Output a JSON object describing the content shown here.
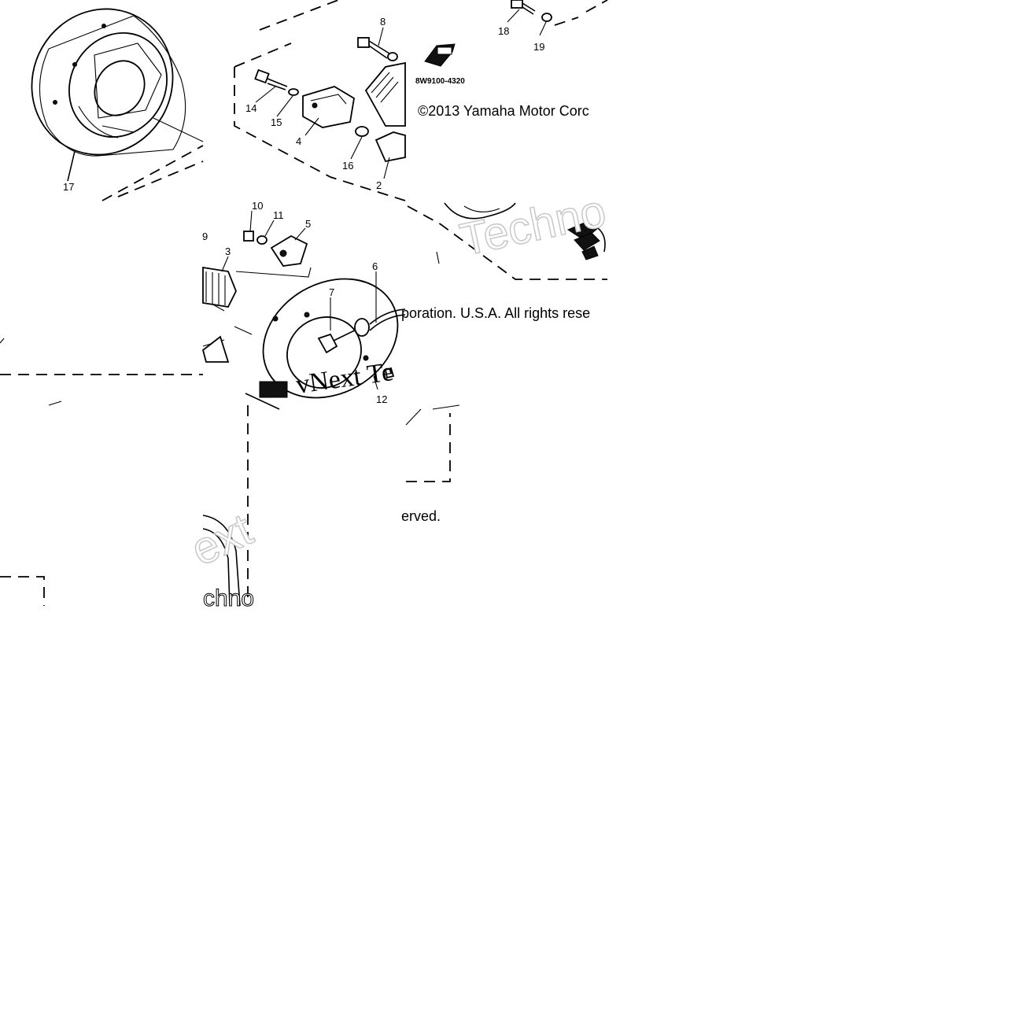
{
  "diagram": {
    "part_number": "8W9100-4320",
    "copyright_line_1": "©2013 Yamaha Motor Corc",
    "copyright_line_2": "poration. U.S.A. All rights rese",
    "copyright_line_3": "erved.",
    "watermark_fragments": [
      "Techno",
      "Next Te",
      "ext",
      "chno",
      "vNext Te"
    ],
    "callouts": [
      {
        "id": "c1",
        "label": "8"
      },
      {
        "id": "c2",
        "label": "18"
      },
      {
        "id": "c3",
        "label": "19"
      },
      {
        "id": "c4",
        "label": "14"
      },
      {
        "id": "c5",
        "label": "15"
      },
      {
        "id": "c6",
        "label": "4"
      },
      {
        "id": "c7",
        "label": "16"
      },
      {
        "id": "c8",
        "label": "2"
      },
      {
        "id": "c9",
        "label": "17"
      },
      {
        "id": "c10",
        "label": "10"
      },
      {
        "id": "c11",
        "label": "11"
      },
      {
        "id": "c12",
        "label": "5"
      },
      {
        "id": "c13",
        "label": "9"
      },
      {
        "id": "c14",
        "label": "3"
      },
      {
        "id": "c15",
        "label": "6"
      },
      {
        "id": "c16",
        "label": "7"
      },
      {
        "id": "c17",
        "label": "12"
      }
    ]
  }
}
